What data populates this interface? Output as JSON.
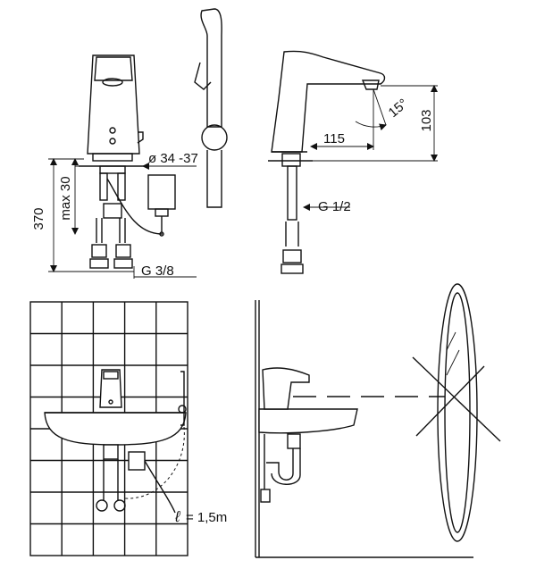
{
  "dimensions": {
    "total_height": "370",
    "max_height": "max 30",
    "diameter": "ø 34 -37",
    "connection_bottom": "G 3/8",
    "reach": "115",
    "spout_height": "103",
    "angle": "15°",
    "connection_side": "G 1/2"
  },
  "install": {
    "cable_length": "= 1,5m"
  },
  "colors": {
    "line": "#111111",
    "background": "#ffffff"
  }
}
